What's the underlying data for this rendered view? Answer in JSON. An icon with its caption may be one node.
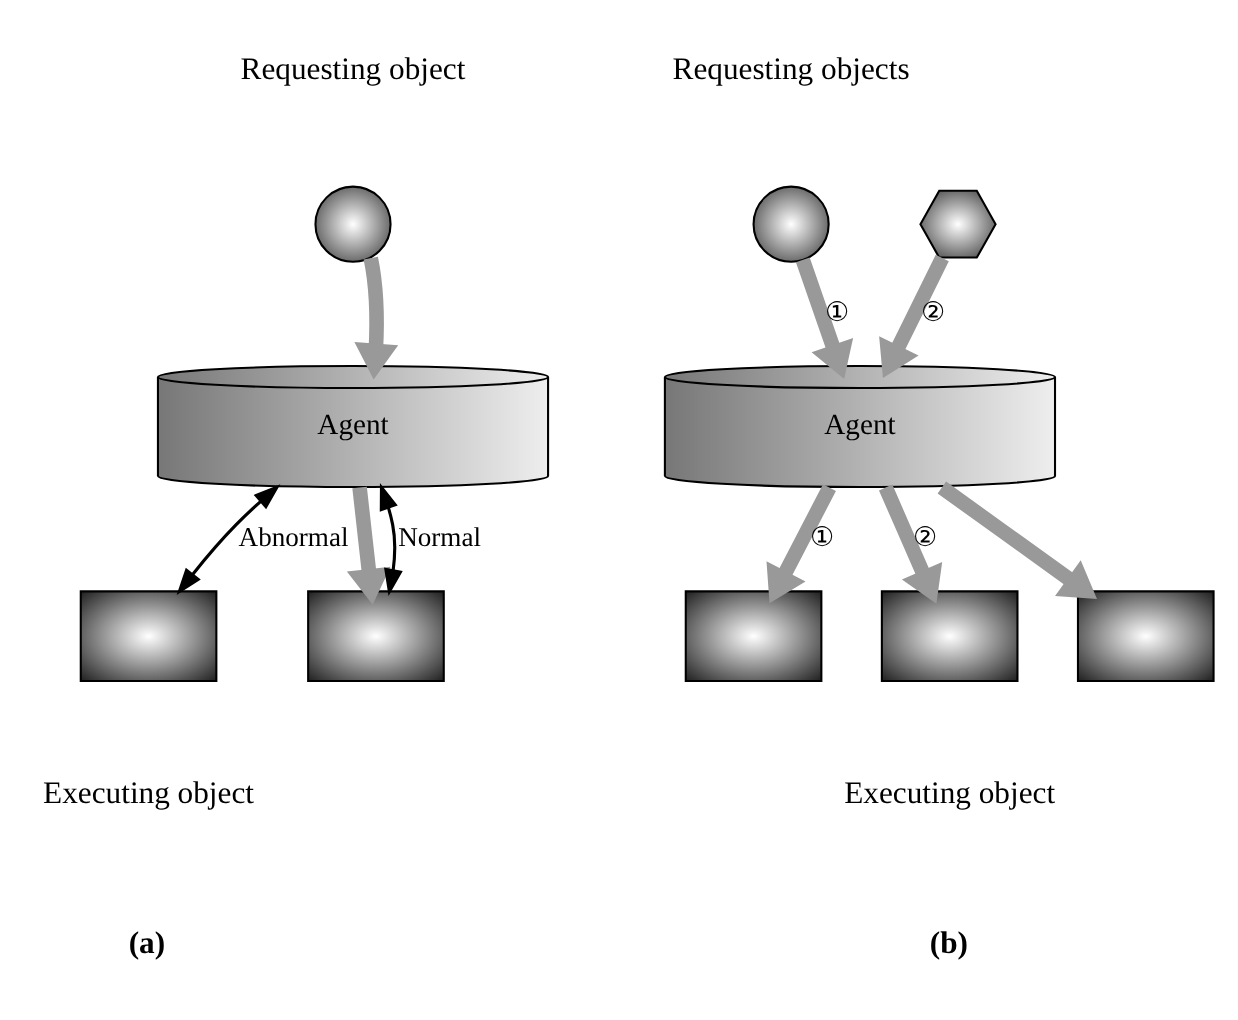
{
  "diagram": {
    "nodes": [
      {
        "text": [],
        "shape": "circle"
      },
      {
        "text": [
          "Agent"
        ]
      },
      {
        "text": [],
        "shape": "box"
      },
      {
        "text": [],
        "shape": "box"
      },
      {
        "text": [],
        "shape": "circle"
      },
      {
        "text": [],
        "shape": "hexagon"
      },
      {
        "text": [
          "Agent"
        ]
      },
      {
        "text": [],
        "shape": "box"
      },
      {
        "text": [],
        "shape": "box"
      },
      {
        "text": [],
        "shape": "box"
      }
    ],
    "edges": [
      {
        "from": 0,
        "to": 1,
        "arrow": "to"
      },
      {
        "from": 1,
        "to": 2,
        "arrow": "both",
        "label": "Abnormal",
        "color": "#000000"
      },
      {
        "from": 1,
        "to": 3,
        "arrow": "to"
      },
      {
        "from": 1,
        "to": 3,
        "arrow": "both",
        "label": "Normal",
        "color": "#000000"
      },
      {
        "from": 4,
        "to": 6,
        "arrow": "to",
        "label": "①"
      },
      {
        "from": 5,
        "to": 6,
        "arrow": "to",
        "label": "②"
      },
      {
        "from": 6,
        "to": 7,
        "arrow": "to",
        "label": "①"
      },
      {
        "from": 6,
        "to": 8,
        "arrow": "to",
        "label": "②"
      },
      {
        "from": 6,
        "to": 9,
        "arrow": "to"
      }
    ],
    "labels": [
      "Requesting object",
      "Requesting objects",
      "Executing object",
      "Executing object",
      "(a)",
      "(b)"
    ]
  }
}
